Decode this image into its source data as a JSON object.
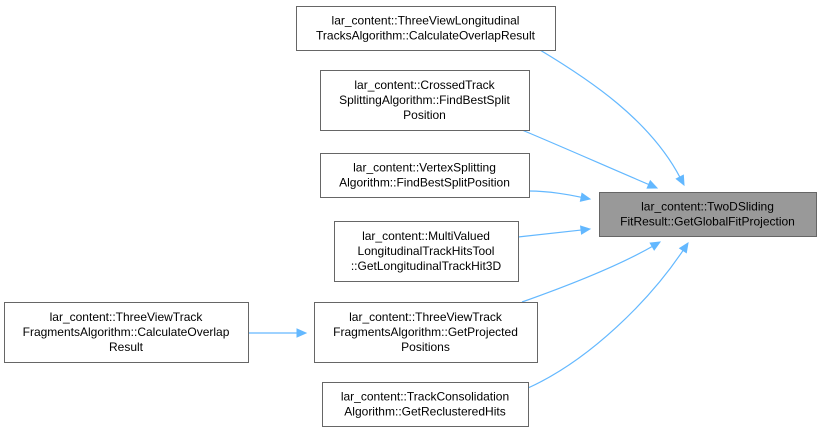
{
  "nodes": [
    {
      "id": "target",
      "lines": [
        "lar_content::TwoDSliding",
        "FitResult::GetGlobalFitProjection"
      ],
      "focus": true
    },
    {
      "id": "threeview-longitudinal",
      "lines": [
        "lar_content::ThreeViewLongitudinal",
        "TracksAlgorithm::CalculateOverlapResult"
      ]
    },
    {
      "id": "crossedtrack",
      "lines": [
        "lar_content::CrossedTrack",
        "SplittingAlgorithm::FindBestSplit",
        "Position"
      ]
    },
    {
      "id": "vertexsplitting",
      "lines": [
        "lar_content::VertexSplitting",
        "Algorithm::FindBestSplitPosition"
      ]
    },
    {
      "id": "multivalued",
      "lines": [
        "lar_content::MultiValued",
        "LongitudinalTrackHitsTool",
        "::GetLongitudinalTrackHit3D"
      ]
    },
    {
      "id": "threeview-fragments-projected",
      "lines": [
        "lar_content::ThreeViewTrack",
        "FragmentsAlgorithm::GetProjected",
        "Positions"
      ]
    },
    {
      "id": "threeview-fragments-overlap",
      "lines": [
        "lar_content::ThreeViewTrack",
        "FragmentsAlgorithm::CalculateOverlap",
        "Result"
      ]
    },
    {
      "id": "trackconsolidation",
      "lines": [
        "lar_content::TrackConsolidation",
        "Algorithm::GetReclusteredHits"
      ]
    }
  ],
  "edges": [
    {
      "from": "threeview-longitudinal",
      "to": "target"
    },
    {
      "from": "crossedtrack",
      "to": "target"
    },
    {
      "from": "vertexsplitting",
      "to": "target"
    },
    {
      "from": "multivalued",
      "to": "target"
    },
    {
      "from": "threeview-fragments-projected",
      "to": "target"
    },
    {
      "from": "trackconsolidation",
      "to": "target"
    },
    {
      "from": "threeview-fragments-overlap",
      "to": "threeview-fragments-projected"
    }
  ],
  "colors": {
    "edge": "#63b8ff",
    "node_border": "#666666",
    "focus_fill": "#999999",
    "node_fill": "#ffffff"
  }
}
